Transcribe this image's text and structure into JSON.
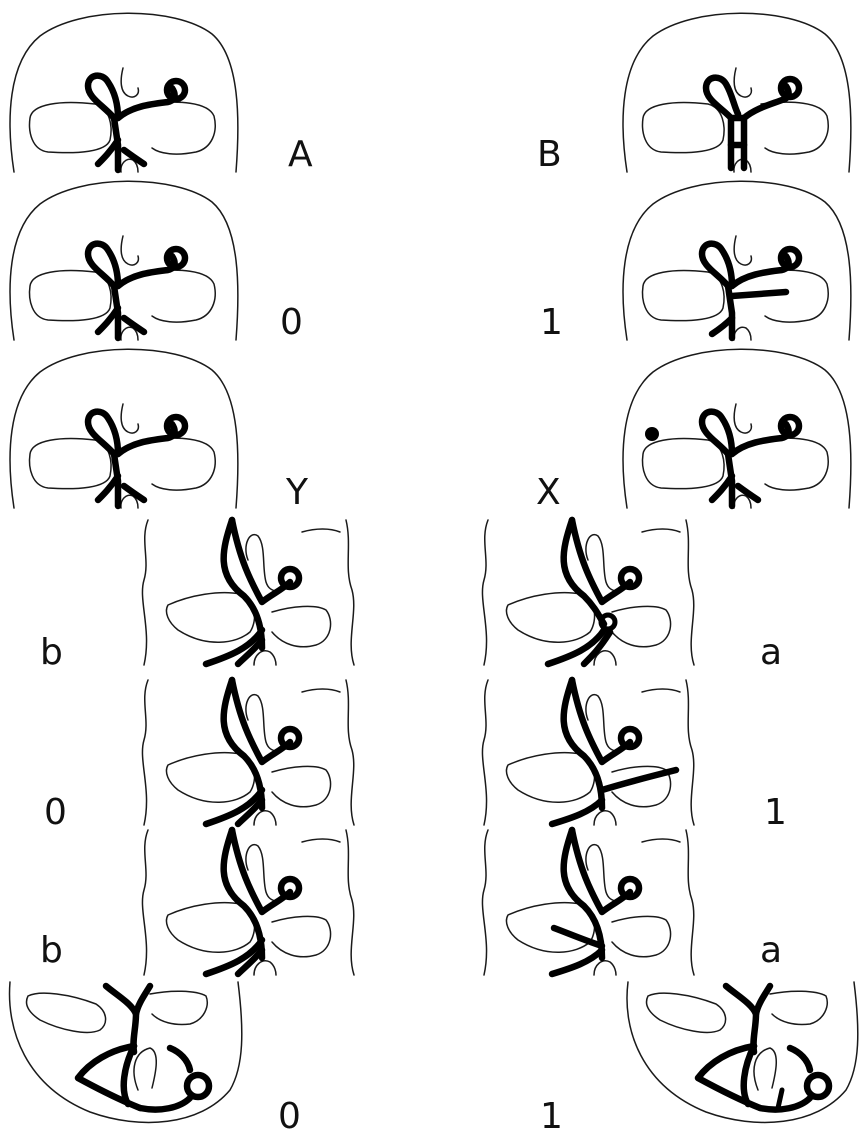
{
  "labels": {
    "row1_left": "A",
    "row1_right": "B",
    "row2_left": "0",
    "row2_right": "1",
    "row3_left": "Y",
    "row3_right": "X",
    "row4_left": "b",
    "row4_right": "a",
    "row5_left": "0",
    "row5_right": "1",
    "row6_left": "b",
    "row6_right": "a",
    "row7_left": "0",
    "row7_right": "1"
  }
}
